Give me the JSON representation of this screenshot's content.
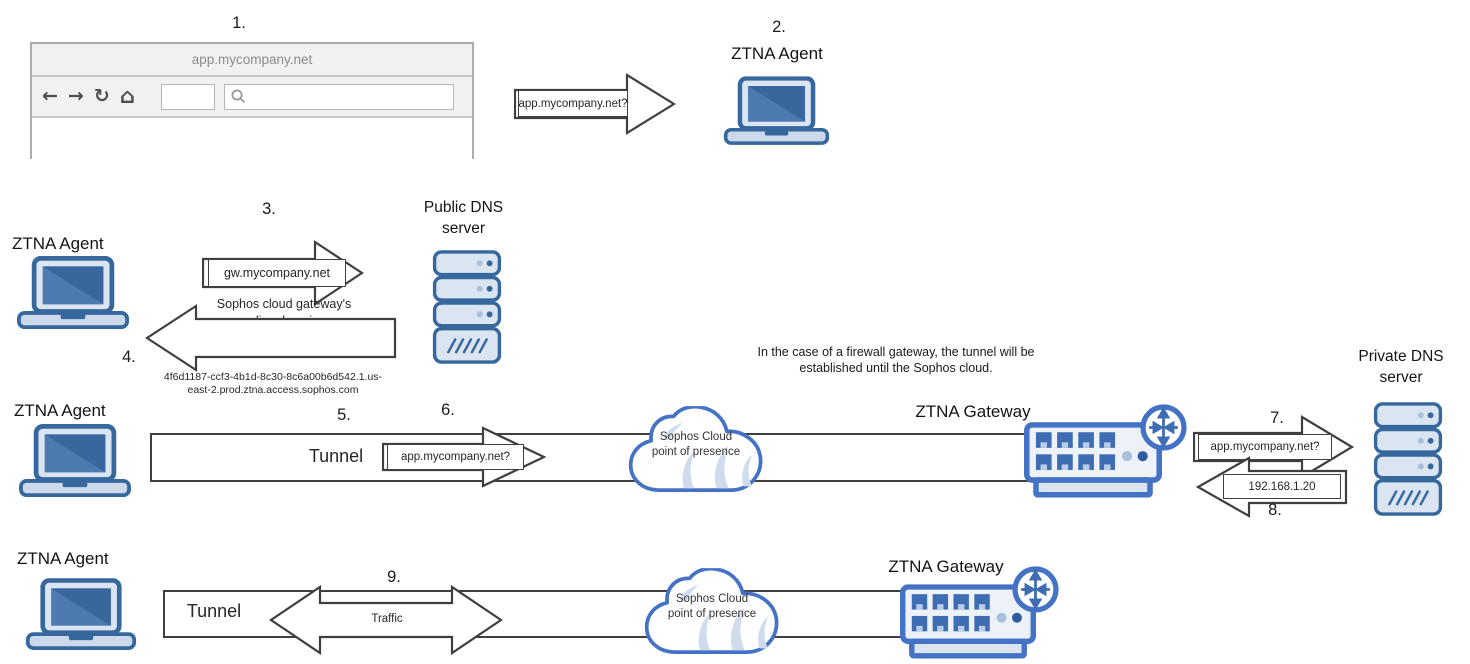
{
  "colors": {
    "node_border_blue": "#36689e",
    "node_fill_blue": "#dbe5f1",
    "accent_blue": "#4472c4",
    "laptop_screen_blue": "#4a78b0",
    "arrow_outline_gray": "#3f3f3f",
    "browser_chrome_gray": "#f1f1f1",
    "browser_text_gray": "#8c8c8c"
  },
  "steps": {
    "s1": "1.",
    "s2": "2.",
    "s3": "3.",
    "s4": "4.",
    "s5": "5.",
    "s6": "6.",
    "s7": "7.",
    "s8": "8.",
    "s9": "9."
  },
  "browser": {
    "address": "app.mycompany.net",
    "search_value": ""
  },
  "nodes": {
    "ztna_agent": "ZTNA Agent",
    "ztna_gateway": "ZTNA Gateway",
    "public_dns": "Public DNS\nserver",
    "private_dns": "Private DNS\nserver",
    "cloud_pop": "Sophos Cloud\npoint of presence"
  },
  "messages": {
    "app_query": "app.mycompany.net?",
    "gw_query": "gw.mycompany.net",
    "alias_caption": "Sophos cloud gateway's\nalias domain",
    "alias_domain": "4f6d1187-ccf3-4b1d-8c30-8c6a00b6d542.1.us-\neast-2.prod.ztna.access.sophos.com",
    "private_ip": "192.168.1.20",
    "tunnel": "Tunnel",
    "traffic": "Traffic"
  },
  "note": "In the case of a firewall gateway, the tunnel will be\nestablished until the Sophos cloud."
}
